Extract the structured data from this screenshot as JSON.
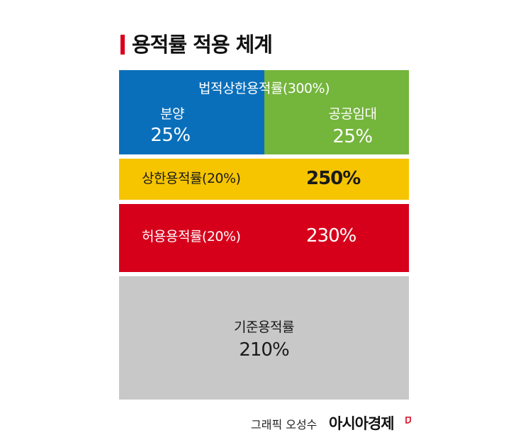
{
  "title": "용적률 적용 체계",
  "diagram": {
    "legal_max": {
      "label": "법적상한용적률(300%)"
    },
    "sale": {
      "label": "분양",
      "value": "25%"
    },
    "public_rental": {
      "label": "공공임대",
      "value": "25%"
    },
    "upper_limit": {
      "label": "상한용적률(20%)",
      "value": "250%"
    },
    "allowable": {
      "label": "허용용적률(20%)",
      "value": "230%"
    },
    "base": {
      "label": "기준용적률",
      "value": "210%"
    }
  },
  "footer": {
    "credit": "그래픽 오성수",
    "brand": "아시아경제"
  },
  "colors": {
    "accent": "#d9001b",
    "blue": "#0a6fba",
    "green": "#74b53c",
    "yellow": "#f7c500",
    "red": "#d7001b",
    "gray": "#c8c8c8"
  }
}
